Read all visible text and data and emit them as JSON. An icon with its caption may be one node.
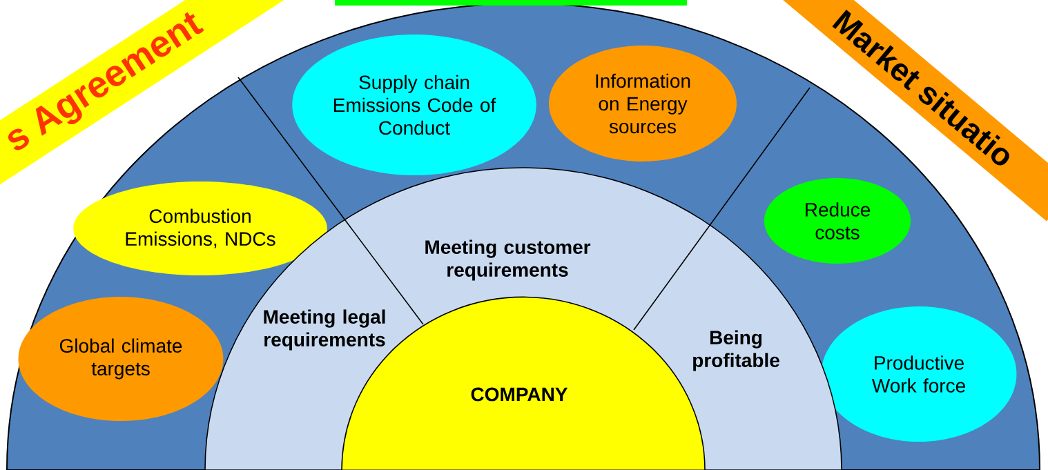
{
  "diagram": {
    "nodes": [
      {
        "text": [
          "s Agreement"
        ]
      },
      {
        "text": [],
        "shape": "bar"
      },
      {
        "text": [
          "Market situatio"
        ]
      },
      {
        "text": [
          "Supply chain Emissions Code of Conduct"
        ]
      },
      {
        "text": [
          "Information on Energy sources"
        ]
      },
      {
        "text": [
          "Combustion Emissions, NDCs"
        ]
      },
      {
        "text": [
          "Reduce costs"
        ]
      },
      {
        "text": [
          "Global climate targets"
        ]
      },
      {
        "text": [
          "Productive Work force"
        ]
      },
      {
        "text": [
          "Meeting legal requirements",
          "Meeting customer requirements",
          "Being profitable"
        ]
      },
      {
        "text": [
          "COMPANY"
        ],
        "in": 9
      }
    ]
  }
}
